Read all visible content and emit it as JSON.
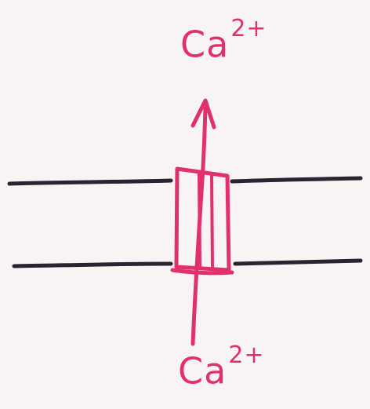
{
  "labels": {
    "top_ion": {
      "base": "Ca",
      "charge": "2+"
    },
    "bottom_ion": {
      "base": "Ca",
      "charge": "2+"
    }
  },
  "colors": {
    "membrane": "#2b2332",
    "channel": "#e0306d",
    "arrow": "#e0306d",
    "background": "#f8f4f4"
  }
}
